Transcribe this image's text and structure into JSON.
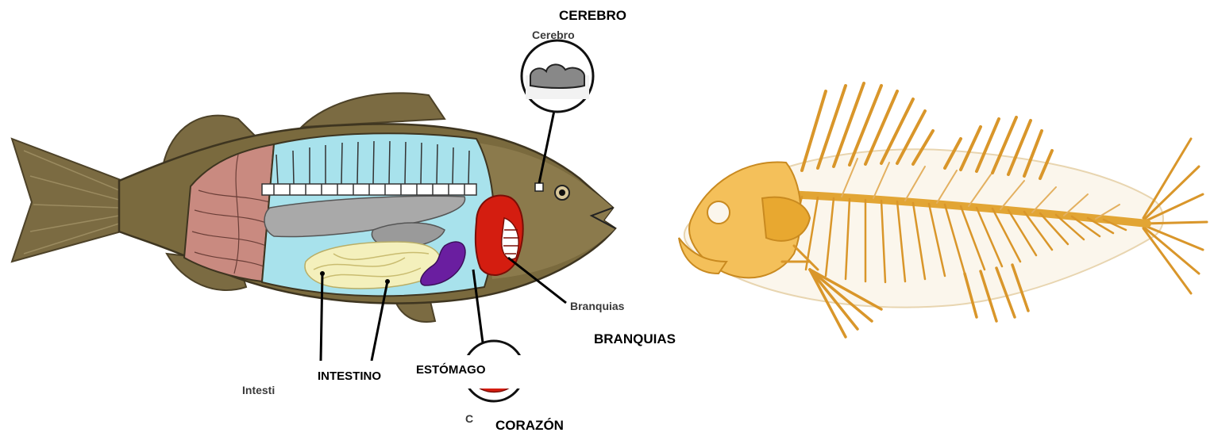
{
  "labels": {
    "cerebro": "CEREBRO",
    "branquias": "BRANQUIAS",
    "intestino": "INTESTINO",
    "estomago": "ESTÓMAGO",
    "corazon": "CORAZÓN"
  },
  "original_labels": {
    "cerebro": "Cerebro",
    "branquias": "Branquias",
    "intestino": "Intesti",
    "corazon": "C"
  },
  "colors": {
    "body": "#7a6a3e",
    "muscle": "#c98a80",
    "cavity": "#a8e2ec",
    "gills": "#d41d10",
    "stomach": "#6a1ea0",
    "intestine": "#f4f0bc",
    "bladder": "#a9a9a9",
    "bone": "#f0b640"
  }
}
